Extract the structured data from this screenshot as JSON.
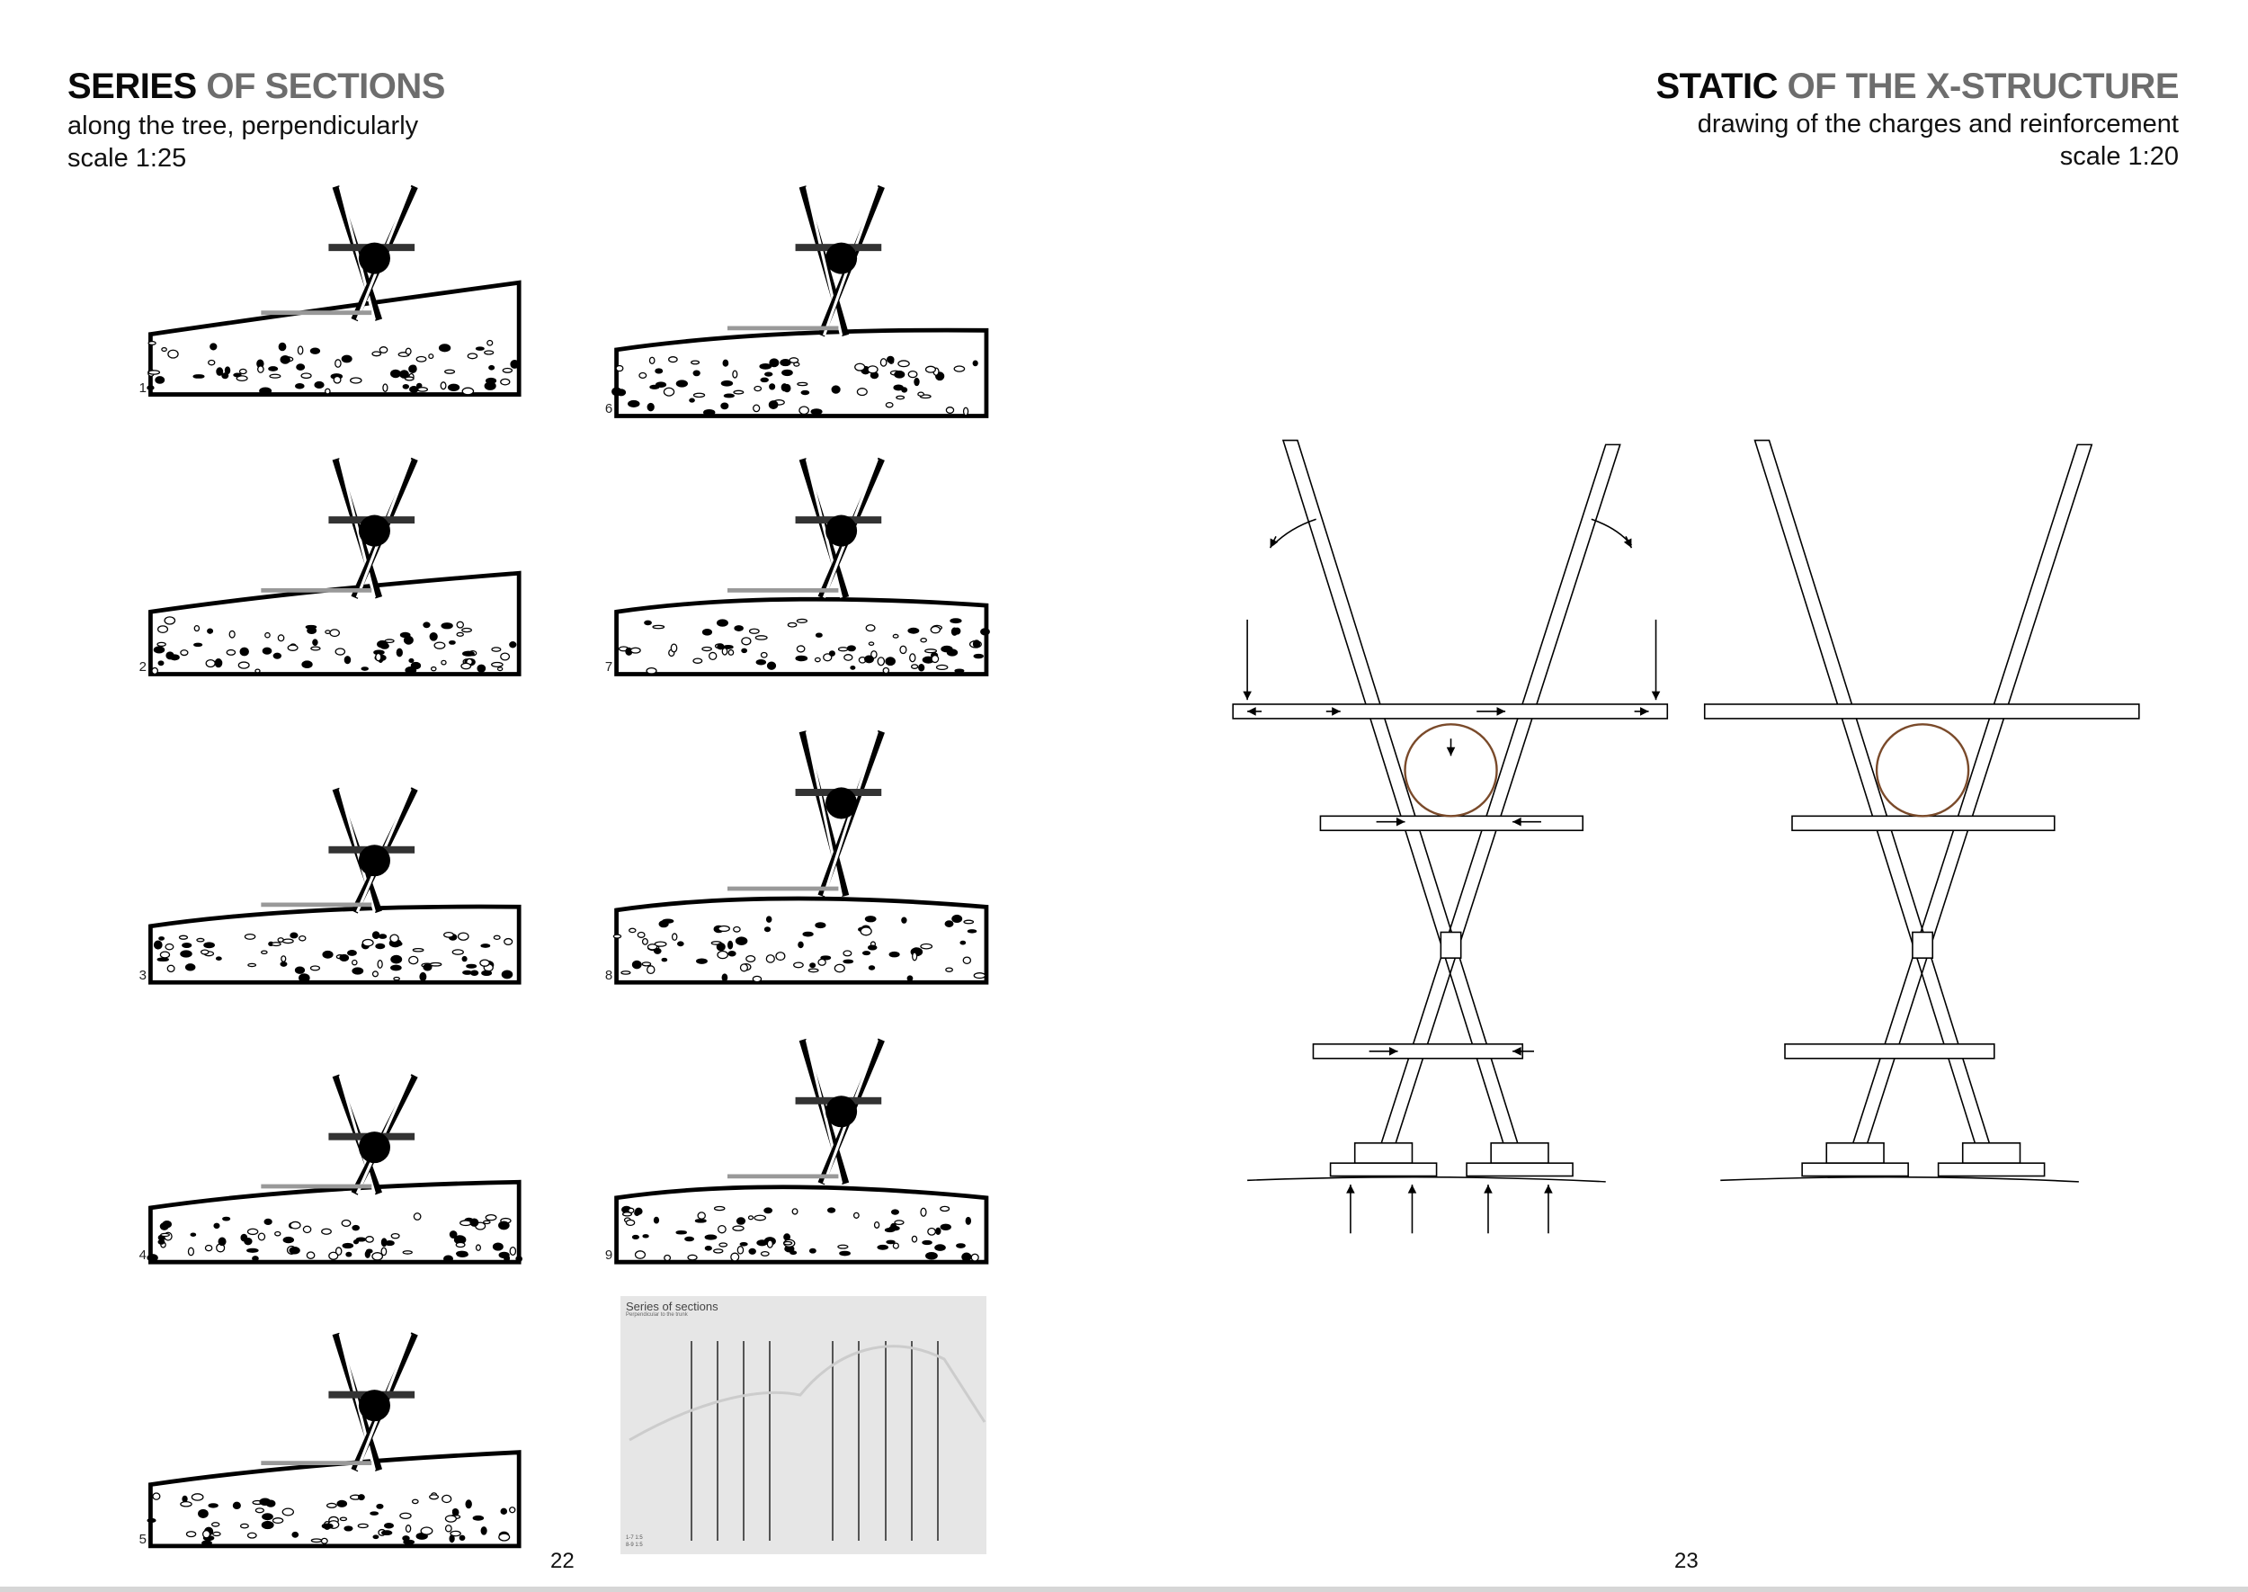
{
  "left_page": {
    "title_strong": "SERIES",
    "title_rest": " OF SECTIONS",
    "subtitle": "along the tree, perpendicularly",
    "scale": "scale 1:25",
    "section_numbers": [
      "1",
      "2",
      "3",
      "4",
      "5",
      "6",
      "7",
      "8",
      "9"
    ],
    "thumbnail": {
      "title": "Series of sections",
      "subtitle": "Perpendicular to the trunk",
      "legend": [
        "1-7  1:5",
        "8-9  1:5"
      ]
    },
    "page_number": "22"
  },
  "right_page": {
    "title_strong": "STATIC",
    "title_rest": " OF THE X-STRUCTURE",
    "subtitle": "drawing of the charges and reinforcement",
    "scale": "scale 1:20",
    "page_number": "23"
  },
  "colors": {
    "title_gray": "#6d6d6d",
    "tree_circle": "#7a4a2a"
  }
}
